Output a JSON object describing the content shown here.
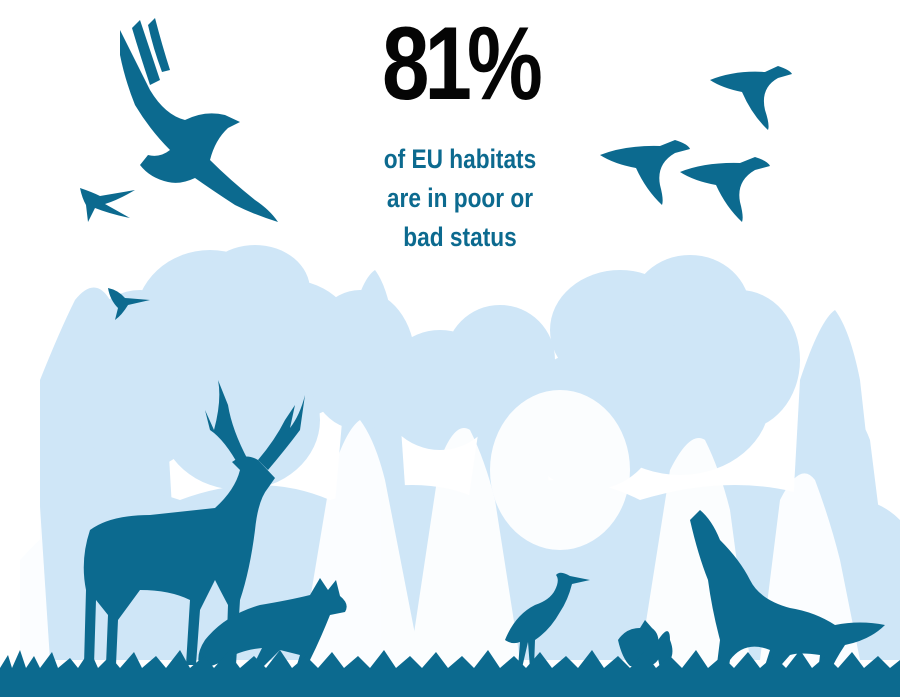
{
  "headline": {
    "value": "81%",
    "caption_lines": [
      "of EU habitats",
      "are in poor or",
      "bad status"
    ]
  },
  "colors": {
    "accent": "#0c6a8f",
    "forest": "#cfe6f7",
    "text": "#050505",
    "background": "#ffffff"
  },
  "illustration": {
    "birds": [
      "eagle",
      "swallow",
      "hummingbird",
      "duck",
      "duck",
      "duck"
    ],
    "animals": [
      "deer",
      "fox",
      "heron",
      "squirrel",
      "wolf"
    ],
    "background": "forest-silhouette"
  }
}
